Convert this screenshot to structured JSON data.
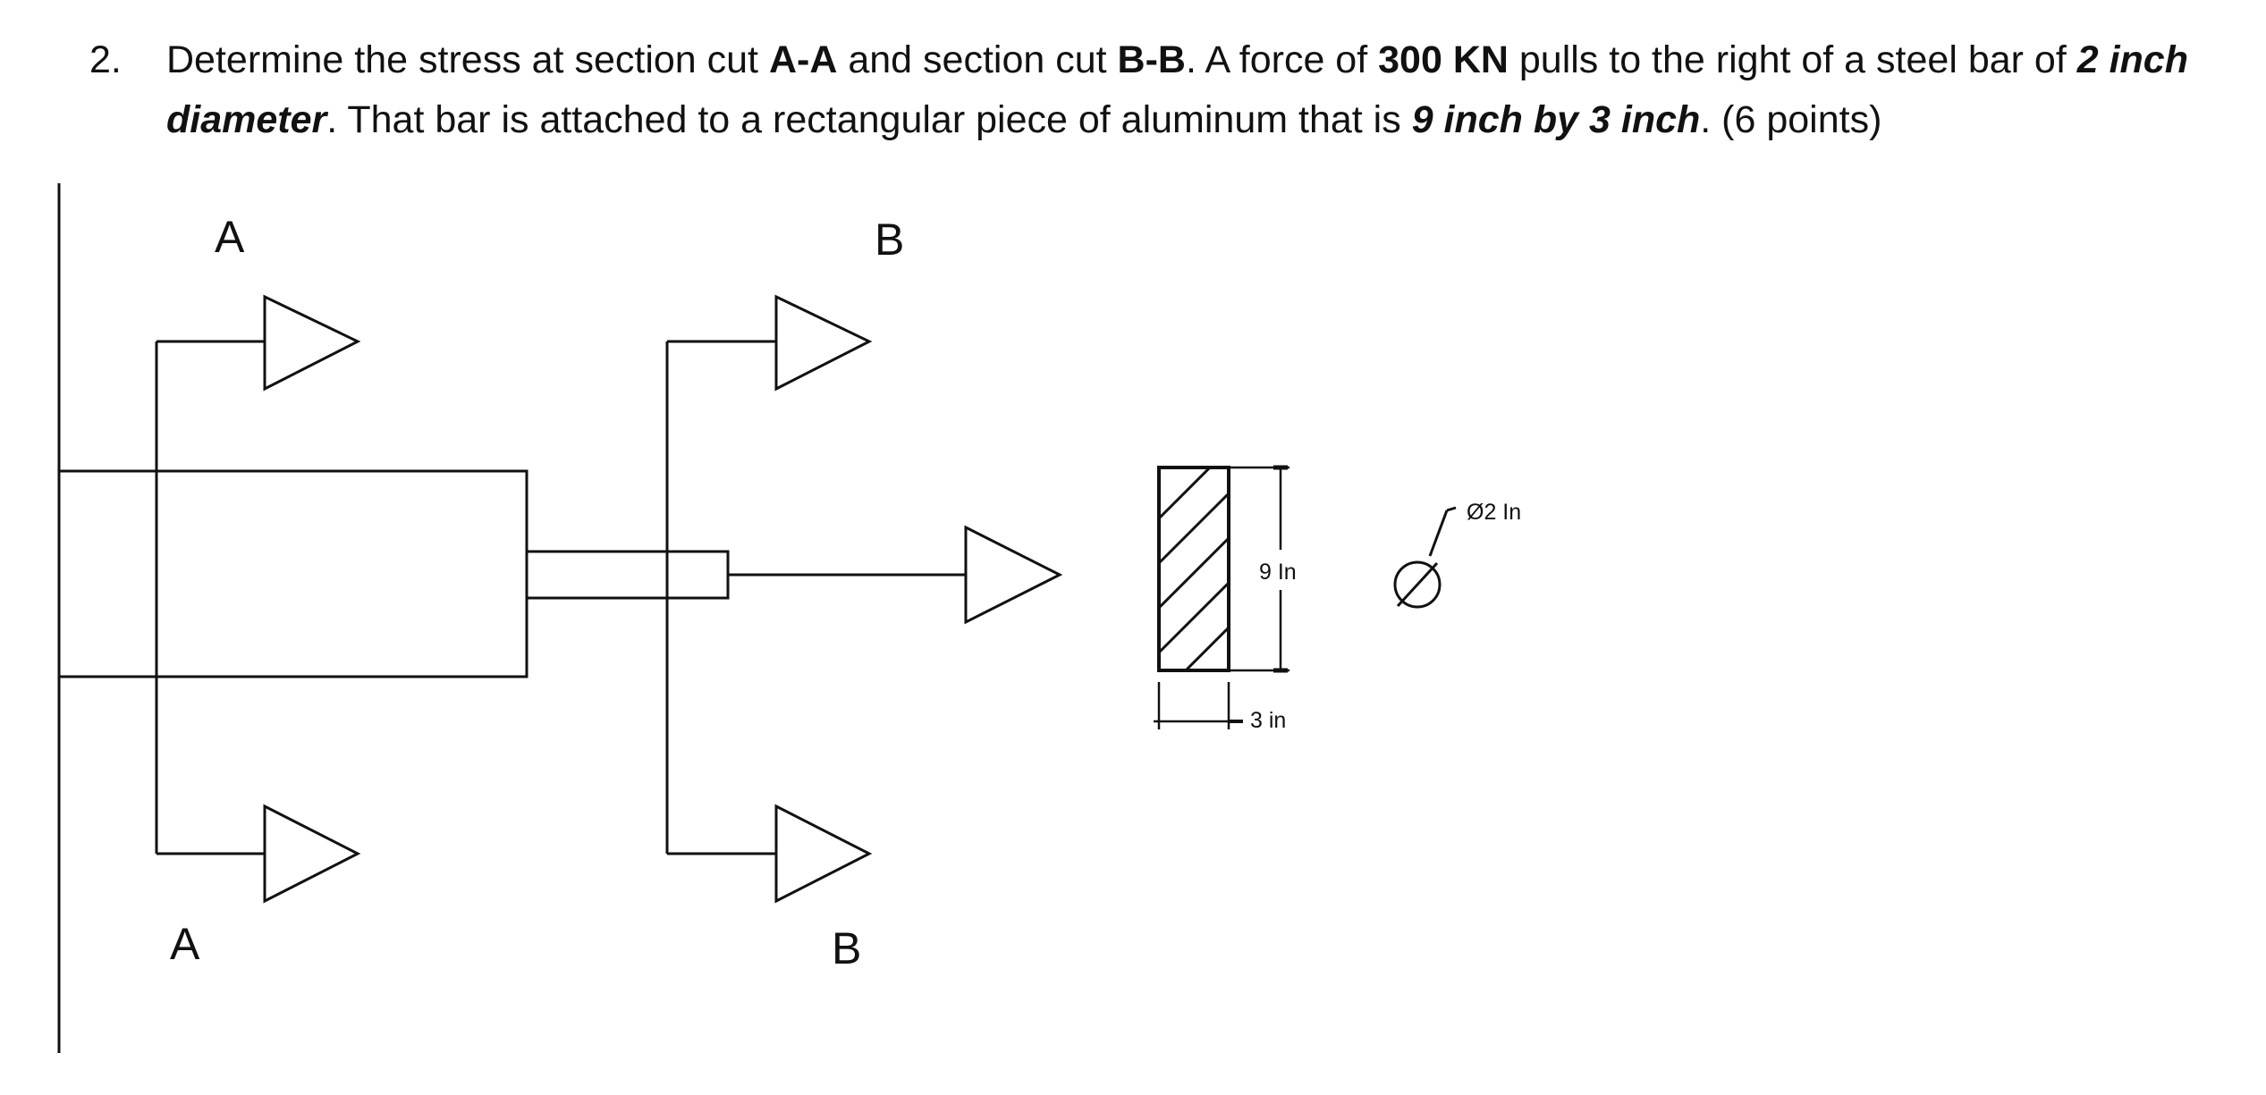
{
  "problem": {
    "number": "2.",
    "seg1": "Determine the stress at section cut ",
    "cut_a": "A-A",
    "seg2": " and section cut ",
    "cut_b": "B-B",
    "seg3": ".  A force of ",
    "force": "300 KN",
    "seg4": " pulls to the right of a steel bar of ",
    "bar_diameter": "2 inch diameter",
    "seg5": ". That bar is attached to a rectangular piece of aluminum that is ",
    "plate_size": "9 inch by 3 inch",
    "seg6": ".  (6 points)"
  },
  "diagram": {
    "section_a_top": "A",
    "section_a_bottom": "A",
    "section_b_top": "B",
    "section_b_bottom": "B",
    "dim_height": "9 In",
    "dim_width": "3 in",
    "dim_diameter": "Ø2 In"
  }
}
